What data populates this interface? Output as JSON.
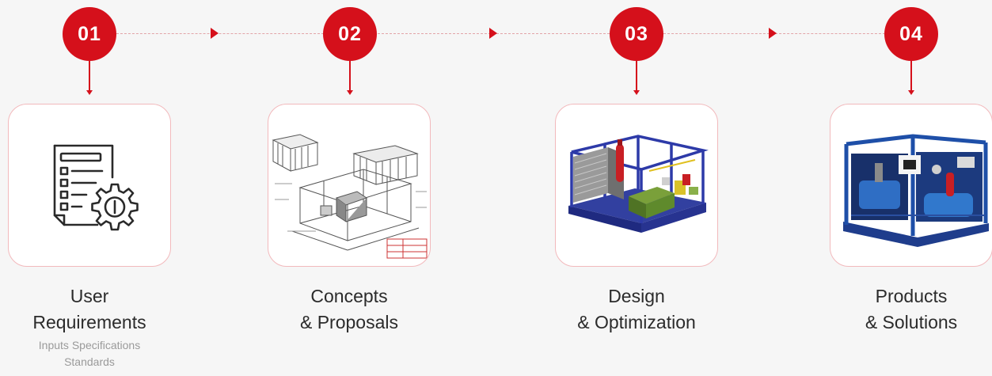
{
  "steps": [
    {
      "number": "01",
      "title_line1": "User",
      "title_line2": "Requirements",
      "sub_line1": "Inputs Specifications",
      "sub_line2": "Standards",
      "image": "requirements-document-gear-icon"
    },
    {
      "number": "02",
      "title_line1": "Concepts",
      "title_line2": "& Proposals",
      "image": "concept-technical-drawing"
    },
    {
      "number": "03",
      "title_line1": "Design",
      "title_line2": "& Optimization",
      "image": "3d-cad-skid-model"
    },
    {
      "number": "04",
      "title_line1": "Products",
      "title_line2": "& Solutions",
      "image": "finished-skid-unit-photo"
    }
  ],
  "colors": {
    "accent": "#d5101b",
    "card_border": "#f2b9bc",
    "connector": "#e2a5a8",
    "background": "#f6f6f6",
    "title_text": "#2b2b2b",
    "subtitle_text": "#9a9a9a"
  }
}
